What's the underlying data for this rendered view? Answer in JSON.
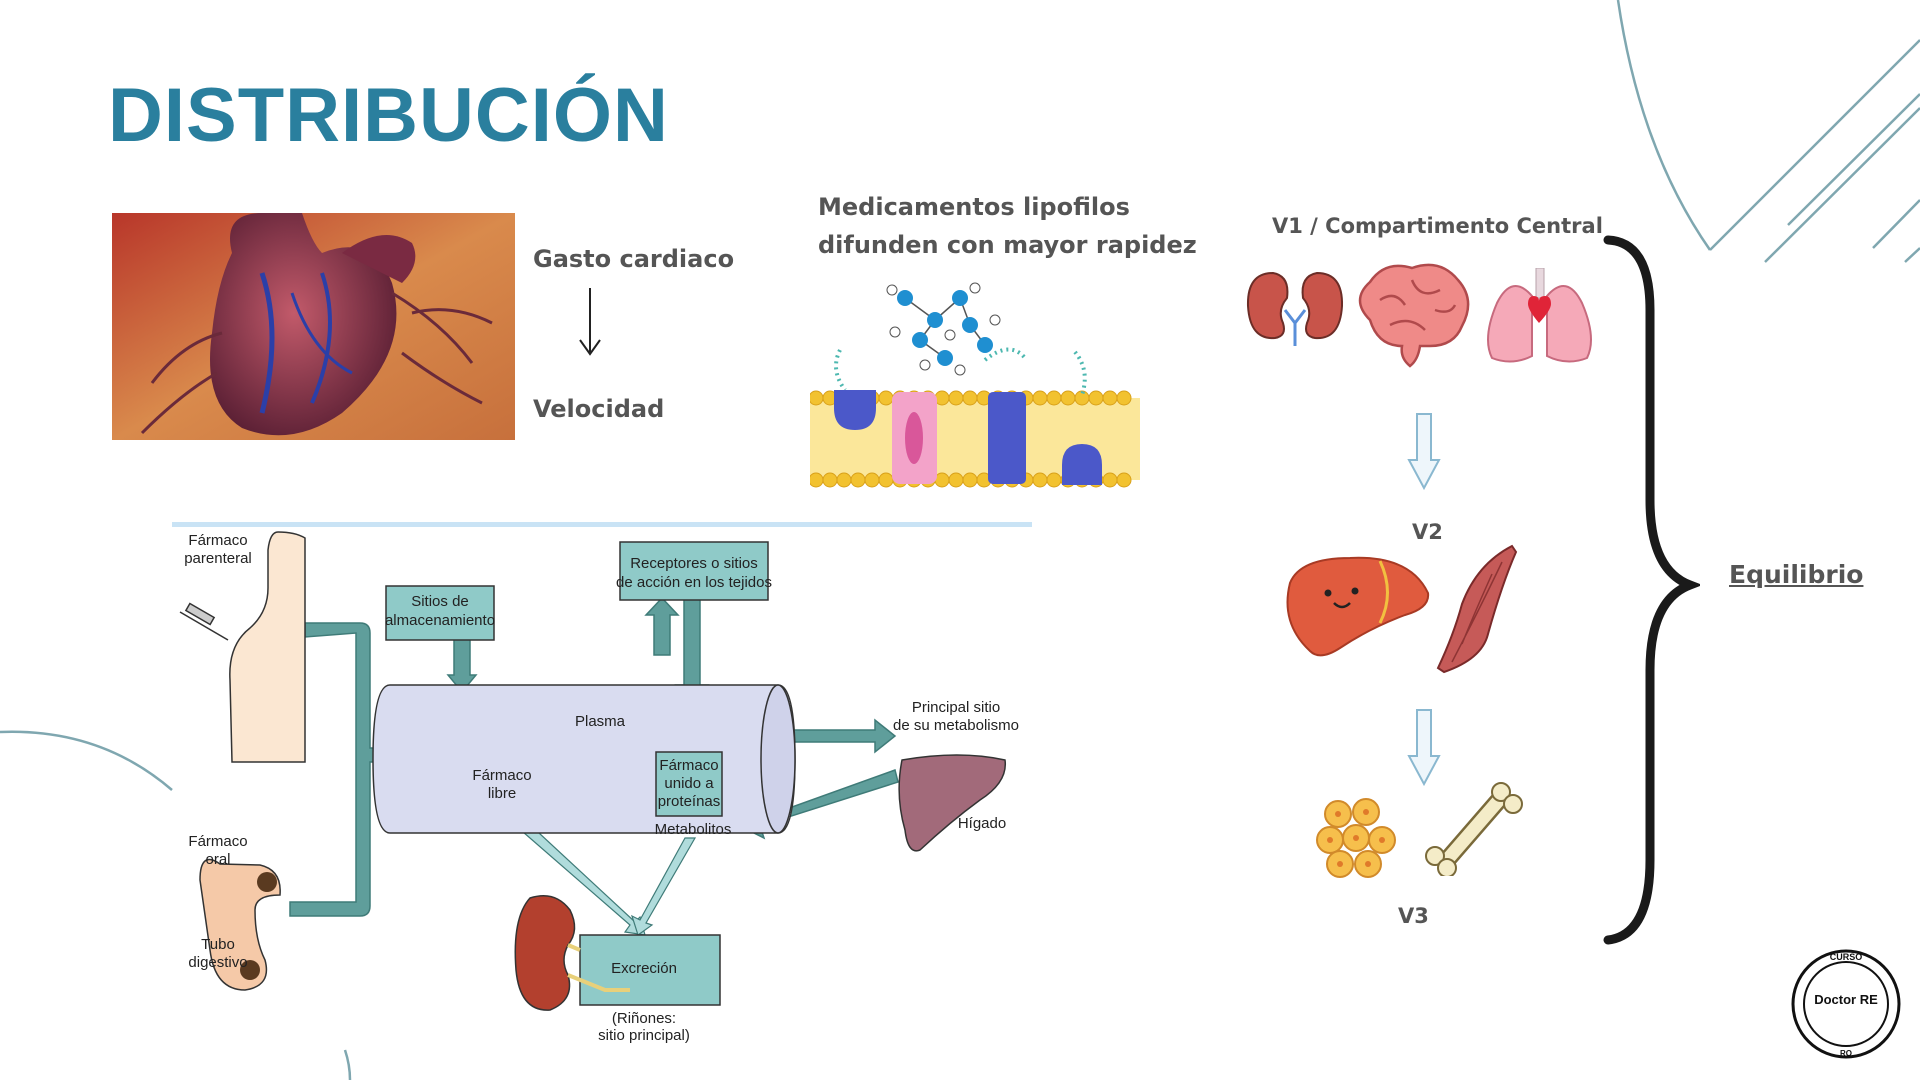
{
  "slide": {
    "title": "DISTRIBUCIÓN",
    "cardiac": {
      "label_top": "Gasto cardiaco",
      "label_bottom": "Velocidad"
    },
    "lipophilic": {
      "line1": "Medicamentos lipofilos",
      "line2": "difunden con mayor rapidez"
    },
    "compartments": {
      "v1": "V1 / Compartimento Central",
      "v2": "V2",
      "v3": "V3",
      "equilibrium": "Equilibrio"
    },
    "diagram": {
      "parenteral": [
        "Fármaco",
        "parenteral"
      ],
      "oral": [
        "Fármaco",
        "oral"
      ],
      "tubo": [
        "Tubo",
        "digestivo"
      ],
      "storage": [
        "Sitios de",
        "almacenamiento"
      ],
      "receptors": [
        "Receptores o sitios",
        "de acción en los tejidos"
      ],
      "plasma": "Plasma",
      "free": [
        "Fármaco",
        "libre"
      ],
      "bound": [
        "Fármaco",
        "unido a",
        "proteínas"
      ],
      "metabolites": "Metabolitos",
      "metabolism": [
        "Principal sitio",
        "de su metabolismo"
      ],
      "liver": "Hígado",
      "excretion": "Excreción",
      "kidneys": [
        "(Riñones:",
        "sitio principal)"
      ]
    },
    "logo": {
      "top_text": "CURSO",
      "name": "Doctor RE",
      "bottom_text": "RO"
    },
    "colors": {
      "title": "#2a7f9e",
      "label": "#555555",
      "arrow_teal": "#5f9e9b",
      "box_teal": "#8fcac8",
      "plasma_fill": "#d9dcf0",
      "decor_line": "#7fa7b0"
    }
  }
}
